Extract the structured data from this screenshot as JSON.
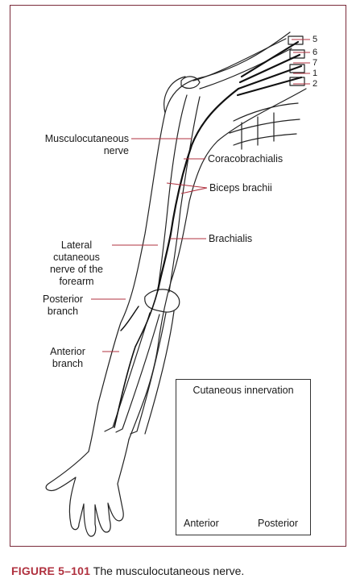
{
  "labels": {
    "musculocutaneous": "Musculocutaneous\nnerve",
    "coracobrachialis": "Coracobrachialis",
    "biceps": "Biceps brachii",
    "brachialis": "Brachialis",
    "lateral": "Lateral\ncutaneous\nnerve of the\nforearm",
    "posterior_branch": "Posterior\nbranch",
    "anterior_branch": "Anterior\nbranch"
  },
  "roots": [
    "5",
    "6",
    "7",
    "1",
    "2"
  ],
  "inset": {
    "title": "Cutaneous innervation",
    "anterior": "Anterior",
    "posterior": "Posterior"
  },
  "caption": {
    "label": "FIGURE 5–101",
    "text": "The musculocutaneous nerve."
  },
  "colors": {
    "frame": "#7a2b3a",
    "leader": "#b0313f",
    "nerve": "#111111"
  }
}
